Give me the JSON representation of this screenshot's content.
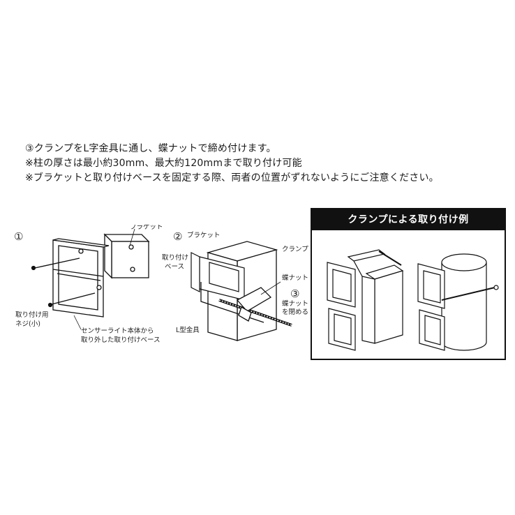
{
  "instructions": [
    "③クランプをL字金具に通し、蝶ナットで締め付けます。",
    "※柱の厚さは最小約30mm、最大約120mmまで取り付け可能",
    "※ブラケットと取り付けベースを固定する際、両者の位置がずれないようにご注意ください。"
  ],
  "figure1": {
    "step": "①",
    "bracket_label": "ブラケット",
    "screw_label_1": "取り付け用",
    "screw_label_2": "ネジ(小)",
    "base_label_1": "センサーライト本体から",
    "base_label_2": "取り外した取り付けベース"
  },
  "figure2": {
    "step": "②",
    "bracket_label": "ブラケット",
    "base_label_1": "取り付け",
    "base_label_2": "ベース",
    "clamp_label": "クランプ",
    "wingnut_label": "蝶ナット",
    "step3": "③",
    "tighten_label_1": "蝶ナット",
    "tighten_label_2": "を閉める",
    "lbracket_label": "L型金具"
  },
  "example": {
    "title": "クランプによる取り付け例"
  }
}
